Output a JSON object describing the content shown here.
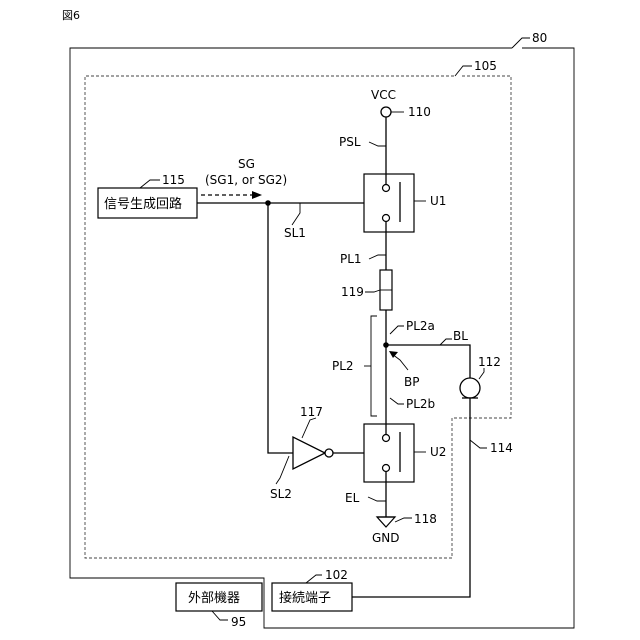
{
  "figure_label": "図6",
  "outer_block_ref": "80",
  "inner_block_ref": "105",
  "vcc": {
    "label": "VCC",
    "ref": "110"
  },
  "psl": "PSL",
  "u1": "U1",
  "pl1": "PL1",
  "fuse": {
    "ref": "119"
  },
  "signal_gen": {
    "label": "信号生成回路",
    "ref": "115"
  },
  "sg": {
    "label": "SG",
    "sub": "(SG1, or SG2)"
  },
  "sl1": "SL1",
  "pl2": {
    "label": "PL2",
    "a": "PL2a",
    "b": "PL2b"
  },
  "bl": "BL",
  "bp": "BP",
  "battery": {
    "ref": "112"
  },
  "inverter": {
    "ref": "117"
  },
  "u2": "U2",
  "wire_114": "114",
  "sl2": "SL2",
  "el": "EL",
  "gnd": {
    "label": "GND",
    "ref": "118"
  },
  "connector": {
    "label": "接続端子",
    "ref": "102"
  },
  "external": {
    "label": "外部機器",
    "ref": "95"
  }
}
